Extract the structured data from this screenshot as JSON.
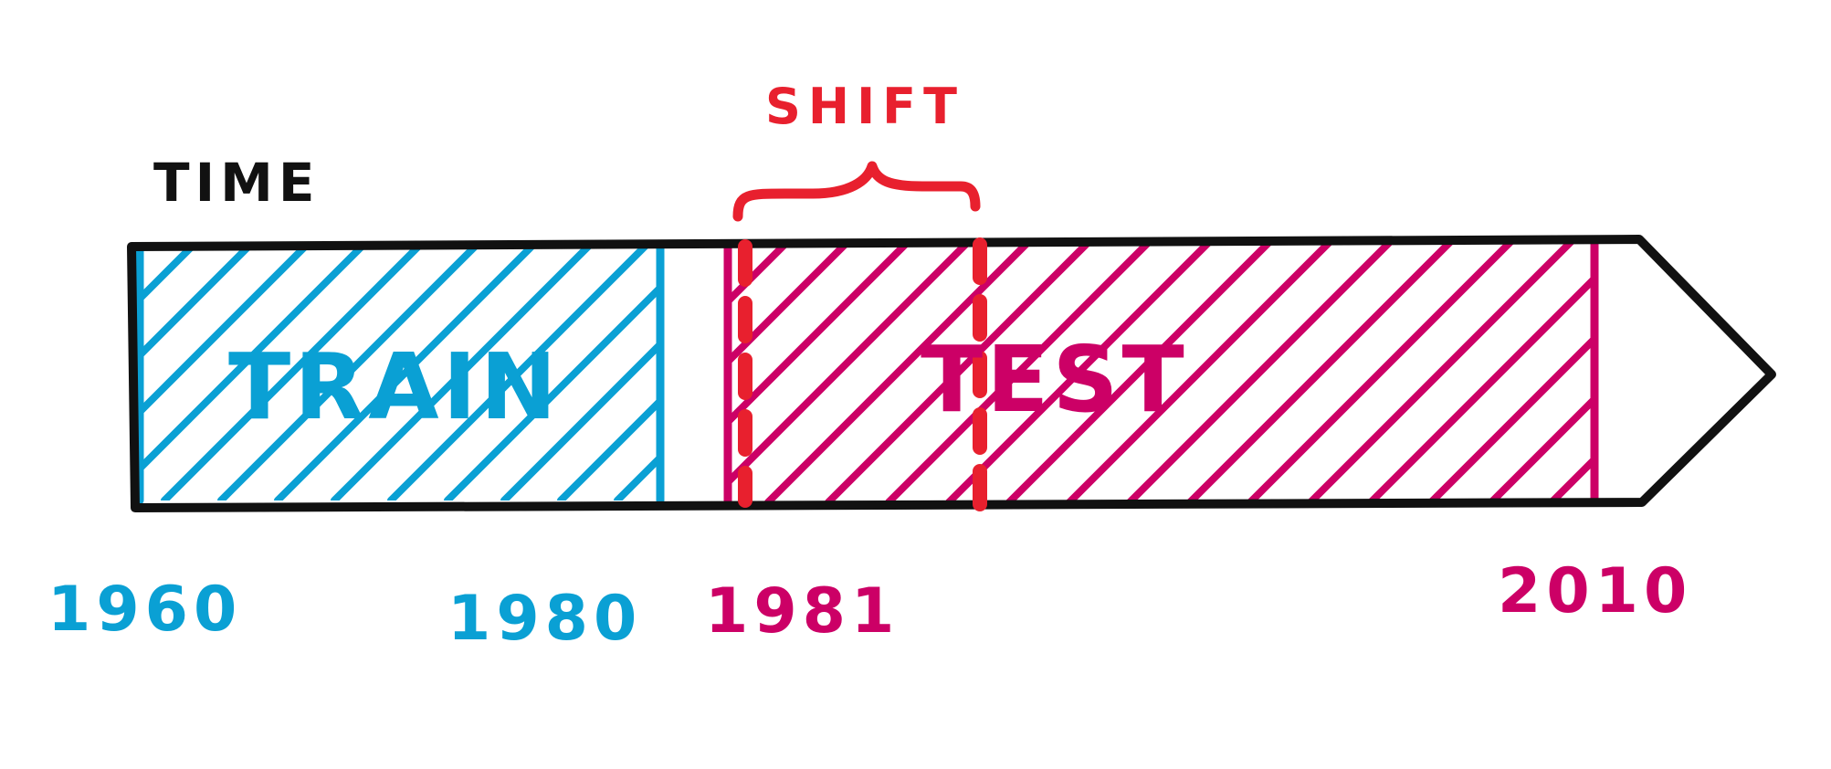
{
  "labels": {
    "time": "TIME",
    "shift": "SHIFT",
    "train": "TRAIN",
    "test": "TEST"
  },
  "years": {
    "train_start": "1960",
    "train_end": "1980",
    "test_start": "1981",
    "test_end": "2010"
  },
  "colors": {
    "outline": "#111111",
    "train": "#0aa0d4",
    "test": "#cc0066",
    "shift": "#e8202e"
  }
}
